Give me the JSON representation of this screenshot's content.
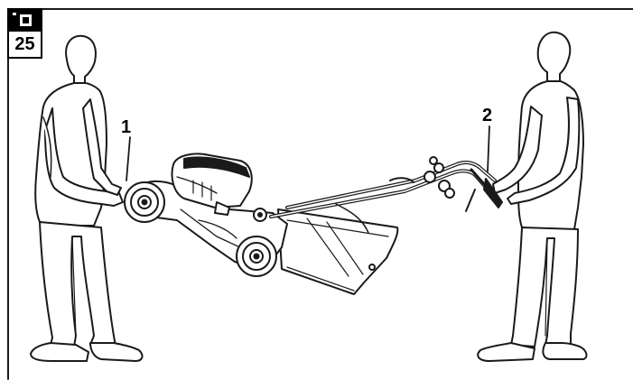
{
  "figure": {
    "number": "25",
    "icon": "camera-icon"
  },
  "callouts": [
    {
      "label": "1"
    },
    {
      "label": "2"
    }
  ]
}
